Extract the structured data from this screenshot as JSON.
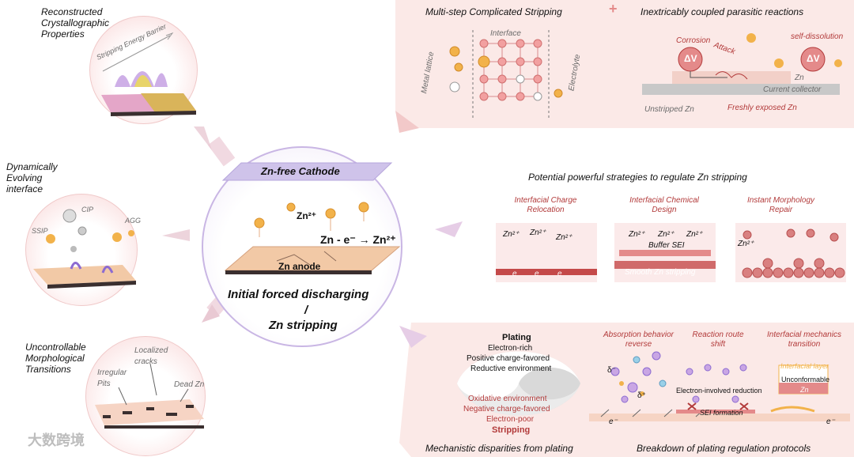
{
  "left": {
    "crystal_title": "Reconstructed Crystallographic Properties",
    "crystal_barrier": "Stripping Energy Barrier",
    "interface_title": "Dynamically Evolving interface",
    "ssip": "SSIP",
    "cip": "CIP",
    "agg": "AGG",
    "morph_title": "Uncontrollable Morphological Transitions",
    "cracks": "Localized cracks",
    "pits": "Irregular Pits",
    "deadzn": "Dead Zn"
  },
  "center": {
    "cathode": "Zn-free Cathode",
    "zn2": "Zn²⁺",
    "reaction": "Zn - e⁻ → Zn²⁺",
    "anode": "Zn anode",
    "line1": "Initial forced discharging",
    "slash": "/",
    "line2": "Zn stripping"
  },
  "top": {
    "stripping_title": "Multi-step Complicated Stripping",
    "interface": "Interface",
    "metal_lattice": "Metal lattice",
    "electrolyte": "Electrolyte",
    "plus": "+",
    "parasitic_title": "Inextricably coupled parasitic reactions",
    "corrosion": "Corrosion",
    "attack": "Attack",
    "self_dissolution": "self-dissolution",
    "dv": "ΔV",
    "zn": "Zn",
    "current_collector": "Current collector",
    "unstripped": "Unstripped Zn",
    "fresh": "Freshly exposed Zn"
  },
  "middle": {
    "title": "Potential powerful strategies to regulate Zn stripping",
    "s1": "Interfacial Charge Relocation",
    "s2": "Interfacial Chemical Design",
    "s3": "Instant Morphology Repair",
    "zn2": "Zn²⁺",
    "e": "e",
    "buffer": "Buffer SEI",
    "smooth": "Smooth Zn stripping"
  },
  "bottom": {
    "plating": "Plating",
    "p1": "Electron-rich",
    "p2": "Positive charge-favored",
    "p3": "Reductive environment",
    "s1": "Oxidative environment",
    "s2": "Negative charge-favored",
    "s3": "Electron-poor",
    "stripping": "Stripping",
    "mech_title": "Mechanistic disparities from plating",
    "absorption": "Absorption behavior reverse",
    "route": "Reaction route shift",
    "mechanics": "Interfacial mechanics transition",
    "delta_minus": "δ⁻",
    "delta_plus": "δ⁺",
    "electron_reduction": "Electron-involved reduction",
    "sei": "SEI formation",
    "interfacial_layer": "Interfacial layer",
    "unconformable": "Unconformable",
    "zn": "Zn",
    "e_minus": "e⁻",
    "breakdown_title": "Breakdown of plating regulation protocols"
  },
  "watermark": "大数跨境",
  "colors": {
    "pink_bg": "#fbe9e7",
    "accent_red": "#b23a3a",
    "circle_border": "#c9b6e4",
    "lavender": "#cfc3ea",
    "anode": "#f2c9a6",
    "gold": "#f2b24a"
  }
}
